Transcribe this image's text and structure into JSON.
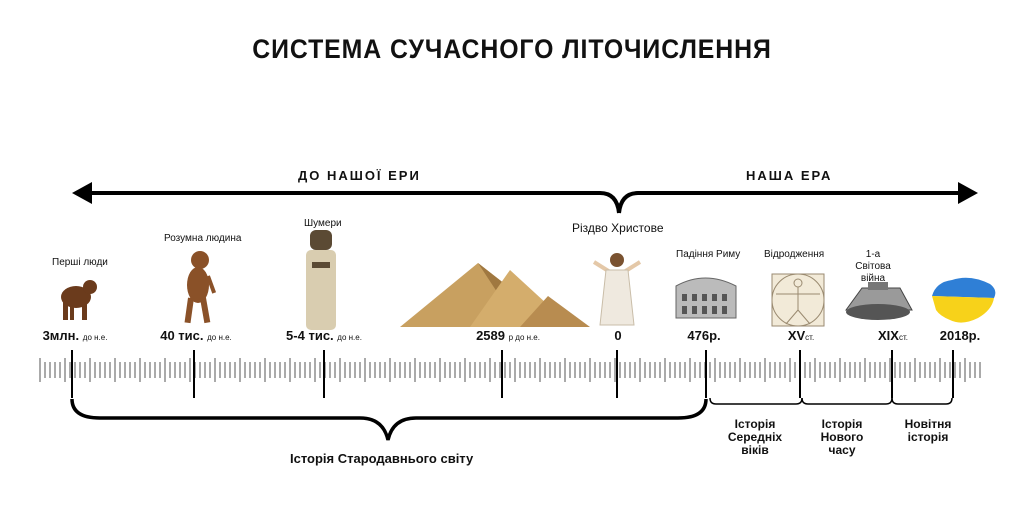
{
  "title": "СИСТЕМА СУЧАСНОГО ЛІТОЧИСЛЕННЯ",
  "eras": {
    "bc": "ДО НАШОЇ ЕРИ",
    "ad": "НАША ЕРА"
  },
  "nativity": "Різдво Христове",
  "events": [
    {
      "caption": "Перші люди",
      "value": "3млн.",
      "unit": "до н.е.",
      "icon": "primate-icon"
    },
    {
      "caption": "Розумна людина",
      "value": "40 тис.",
      "unit": "до н.е.",
      "icon": "early-human-icon"
    },
    {
      "caption": "Шумери",
      "value": "5-4 тис.",
      "unit": "до н.е.",
      "icon": "sumerian-statue-icon"
    },
    {
      "caption": "",
      "value": "2589",
      "unit": "р до н.е.",
      "icon": "pyramids-icon"
    },
    {
      "caption": "",
      "value": "0",
      "unit": "",
      "icon": "jesus-figure-icon"
    },
    {
      "caption": "Падіння Риму",
      "value": "476р.",
      "unit": "",
      "icon": "colosseum-icon"
    },
    {
      "caption": "Відродження",
      "value": "XV",
      "unit": "ст.",
      "icon": "vitruvian-man-icon"
    },
    {
      "caption": "1-а Світова війна",
      "value": "XIX",
      "unit": "ст.",
      "icon": "tank-icon"
    },
    {
      "caption": "",
      "value": "2018р.",
      "unit": "",
      "icon": "ukraine-map-icon"
    }
  ],
  "periods": {
    "ancient": "Історія Стародавнього світу",
    "medieval": "Історія Середніх віків",
    "modern": "Історія Нового часу",
    "contemporary": "Новітня історія"
  },
  "colors": {
    "flag_blue": "#2f7fd6",
    "flag_yellow": "#f7d21a",
    "pyramid": "#c8a060"
  }
}
